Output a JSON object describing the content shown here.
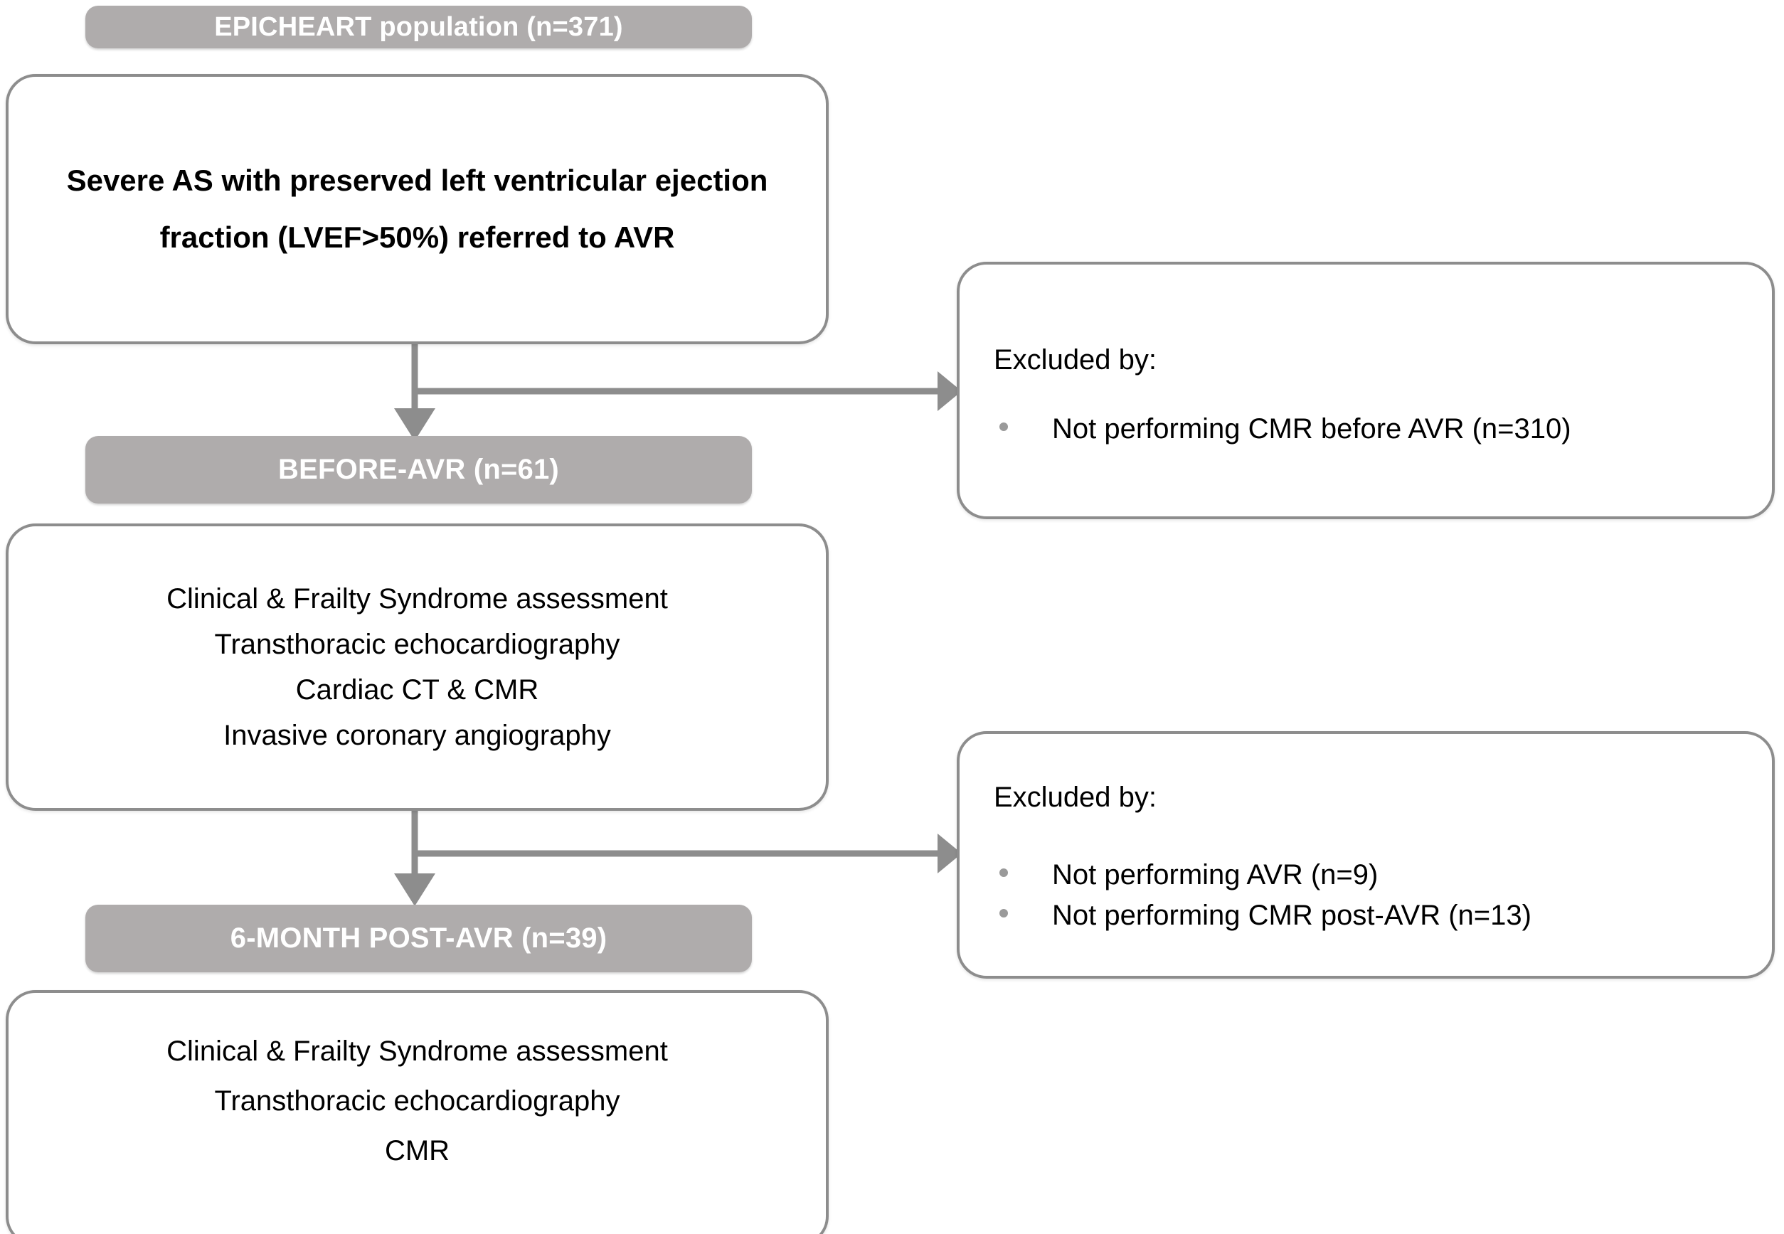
{
  "diagram": {
    "title": "EPICHEART study flow diagram",
    "accent_gray": "#afacac",
    "border_gray": "#8d8d8d",
    "connector_gray": "#8d8d8d",
    "bullet_gray": "#9a9a9a",
    "text_color": "#000000",
    "header_text_color": "#ffffff"
  },
  "stages": [
    {
      "id": "epicheart",
      "header": "EPICHEART population (n=371)",
      "lines": [
        "Severe AS with preserved left ventricular ejection",
        "fraction (LVEF>50%) referred to AVR"
      ],
      "bold": true
    },
    {
      "id": "before-avr",
      "header": "BEFORE-AVR (n=61)",
      "lines": [
        "Clinical & Frailty Syndrome assessment",
        "Transthoracic echocardiography",
        "Cardiac CT & CMR",
        "Invasive coronary angiography"
      ],
      "bold": false
    },
    {
      "id": "post-avr",
      "header": "6-MONTH POST-AVR (n=39)",
      "lines": [
        "Clinical & Frailty Syndrome assessment",
        "Transthoracic echocardiography",
        "CMR"
      ],
      "bold": false
    }
  ],
  "exclusions": [
    {
      "id": "exclusion-1",
      "title": "Excluded by:",
      "items": [
        "Not performing CMR before AVR (n=310)"
      ]
    },
    {
      "id": "exclusion-2",
      "title": "Excluded by:",
      "items": [
        "Not performing AVR (n=9)",
        "Not performing CMR post-AVR (n=13)"
      ]
    }
  ]
}
